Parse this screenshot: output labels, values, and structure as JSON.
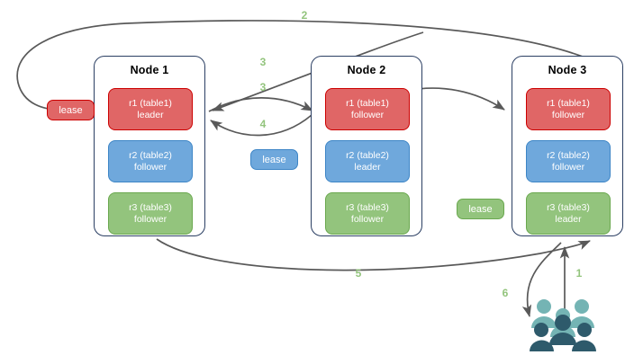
{
  "diagram": {
    "title": "Distributed database lease / replica diagram",
    "colors": {
      "red_fill": "#e06666",
      "red_border": "#cc0000",
      "blue_fill": "#6fa8dc",
      "blue_border": "#3d85c6",
      "green_fill": "#93c47d",
      "green_border": "#6aa84f",
      "node_border": "#2b3f63",
      "arrow": "#595959",
      "step_label": "#93c47d",
      "users_light": "#74b4b4",
      "users_dark": "#2e5a6b",
      "background": "#ffffff"
    },
    "nodes": [
      {
        "id": "node-1",
        "title": "Node 1",
        "replicas": [
          {
            "id": "r1",
            "name": "r1 (table1)",
            "role": "leader",
            "color": "red"
          },
          {
            "id": "r2",
            "name": "r2 (table2)",
            "role": "follower",
            "color": "blue"
          },
          {
            "id": "r3",
            "name": "r3 (table3)",
            "role": "follower",
            "color": "green"
          }
        ]
      },
      {
        "id": "node-2",
        "title": "Node 2",
        "replicas": [
          {
            "id": "r1",
            "name": "r1 (table1)",
            "role": "follower",
            "color": "red"
          },
          {
            "id": "r2",
            "name": "r2 (table2)",
            "role": "leader",
            "color": "blue"
          },
          {
            "id": "r3",
            "name": "r3 (table3)",
            "role": "follower",
            "color": "green"
          }
        ]
      },
      {
        "id": "node-3",
        "title": "Node 3",
        "replicas": [
          {
            "id": "r1",
            "name": "r1 (table1)",
            "role": "follower",
            "color": "red"
          },
          {
            "id": "r2",
            "name": "r2 (table2)",
            "role": "follower",
            "color": "blue"
          },
          {
            "id": "r3",
            "name": "r3 (table3)",
            "role": "leader",
            "color": "green"
          }
        ]
      }
    ],
    "leases": [
      {
        "id": "lease-table1",
        "label": "lease",
        "color": "red"
      },
      {
        "id": "lease-table2",
        "label": "lease",
        "color": "blue"
      },
      {
        "id": "lease-table3",
        "label": "lease",
        "color": "green"
      }
    ],
    "steps": [
      {
        "id": "step-1",
        "label": "1"
      },
      {
        "id": "step-2",
        "label": "2"
      },
      {
        "id": "step-3a",
        "label": "3"
      },
      {
        "id": "step-3b",
        "label": "3"
      },
      {
        "id": "step-4",
        "label": "4"
      },
      {
        "id": "step-5",
        "label": "5"
      },
      {
        "id": "step-6",
        "label": "6"
      }
    ],
    "actor": {
      "id": "users",
      "name": "users-group-icon"
    }
  }
}
